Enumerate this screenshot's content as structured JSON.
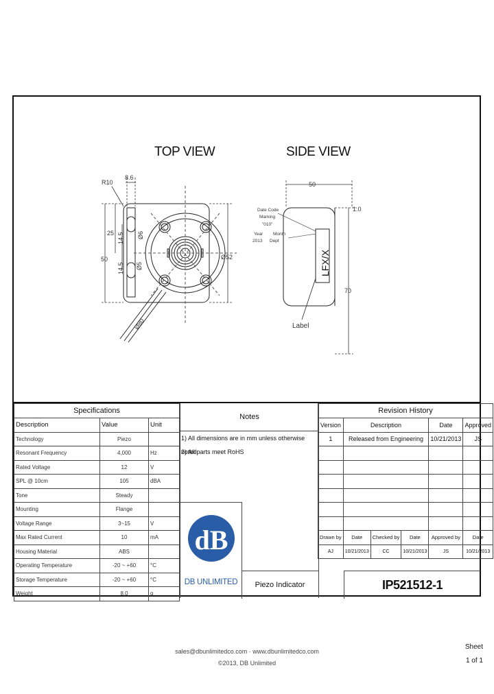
{
  "views": {
    "top": "TOP VIEW",
    "side": "SIDE VIEW"
  },
  "top_dims": {
    "r10": "R10",
    "d86": "8.6",
    "d25": "25",
    "d50": "50",
    "d145a": "14.5",
    "d145b": "14.5",
    "o6": "Ø6",
    "o5": "Ø5",
    "o52": "Ø52",
    "o80": "Ø80"
  },
  "side_dims": {
    "w50": "50",
    "t10": "1.0",
    "h70": "70",
    "label": "Label",
    "marking": "LFX/X"
  },
  "date_code": {
    "l1": "Date Code",
    "l2": "Marking",
    "l3": "\"010\"",
    "l4": "Year",
    "l5": "Month",
    "l6": "2013",
    "l7": "Dept"
  },
  "specs": {
    "title": "Specifications",
    "headers": [
      "Description",
      "Value",
      "Unit"
    ],
    "rows": [
      [
        "Technology",
        "Piezo",
        ""
      ],
      [
        "Resonant Frequency",
        "4,000",
        "Hz"
      ],
      [
        "Rated Voltage",
        "12",
        "V"
      ],
      [
        "SPL @ 10cm",
        "105",
        "dBA"
      ],
      [
        "Tone",
        "Steady",
        ""
      ],
      [
        "Mounting",
        "Flange",
        ""
      ],
      [
        "Voltage Range",
        "3~15",
        "V"
      ],
      [
        "Max Rated Current",
        "10",
        "mA"
      ],
      [
        "Housing Material",
        "ABS",
        ""
      ],
      [
        "Operating Temperature",
        "-20 ~ +60",
        "°C"
      ],
      [
        "Storage Temperature",
        "-20 ~ +60",
        "°C"
      ],
      [
        "Weight",
        "8.0",
        "g"
      ]
    ]
  },
  "notes": {
    "title": "Notes",
    "lines": [
      "1) All dimensions are in mm unless otherwise noted",
      "2) All parts meet RoHS"
    ]
  },
  "logo": {
    "text": "DB UNLIMITED",
    "color": "#2a5da8"
  },
  "product_name": "Piezo Indicator",
  "part_number": "IP521512-1",
  "revision": {
    "title": "Revision History",
    "headers": [
      "Version",
      "Description",
      "Date",
      "Approved"
    ],
    "rows": [
      [
        "1",
        "Released from Engineering",
        "10/21/2013",
        "JS"
      ]
    ],
    "sign_headers": [
      "Drawn by",
      "Date",
      "Checked by",
      "Date",
      "Approved by",
      "Date"
    ],
    "sign_values": [
      "AJ",
      "10/21/2013",
      "CC",
      "10/21/2013",
      "JS",
      "10/21/2013"
    ]
  },
  "footer": {
    "contact": "sales@dbunlimitedco.com · www.dbunlimitedco.com",
    "copyright": "©2013, DB Unlimited"
  },
  "sheet": {
    "label": "Sheet",
    "value": "1 of 1"
  }
}
